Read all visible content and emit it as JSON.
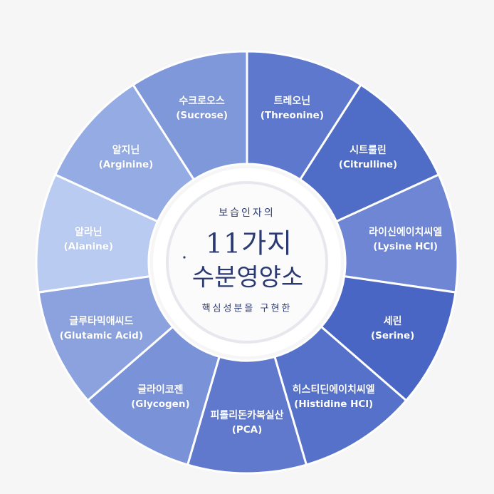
{
  "center": {
    "top": "보습인자의",
    "main_line1": "11가지",
    "main_line2": "수분영양소",
    "bottom": "핵심성분을 구현한"
  },
  "colors": {
    "background": "#f6f6f7",
    "text": "#ffffff",
    "center_text": "#2c3a73"
  },
  "segments": [
    {
      "ko": "트레오닌",
      "en": "(Threonine)",
      "color": "#5d78cd"
    },
    {
      "ko": "시트룰린",
      "en": "(Citrulline)",
      "color": "#4f6cc7"
    },
    {
      "ko": "라이신에이치씨엘",
      "en": "(Lysine HCl)",
      "color": "#6e86d4"
    },
    {
      "ko": "세린",
      "en": "(Serine)",
      "color": "#4a66c5"
    },
    {
      "ko": "히스티딘에이치씨엘",
      "en": "(Histidine HCl)",
      "color": "#5571c9"
    },
    {
      "ko": "피롤리돈카복실산",
      "en": "(PCA)",
      "color": "#6079cd"
    },
    {
      "ko": "글라이코젠",
      "en": "(Glycogen)",
      "color": "#7a92d8"
    },
    {
      "ko": "글루타믹애씨드",
      "en": "(Glutamic Acid)",
      "color": "#8ba2df"
    },
    {
      "ko": "알라닌",
      "en": "(Alanine)",
      "color": "#b9cbf1"
    },
    {
      "ko": "알지닌",
      "en": "(Arginine)",
      "color": "#94abe3"
    },
    {
      "ko": "수크로오스",
      "en": "(Sucrose)",
      "color": "#7f98da"
    }
  ]
}
